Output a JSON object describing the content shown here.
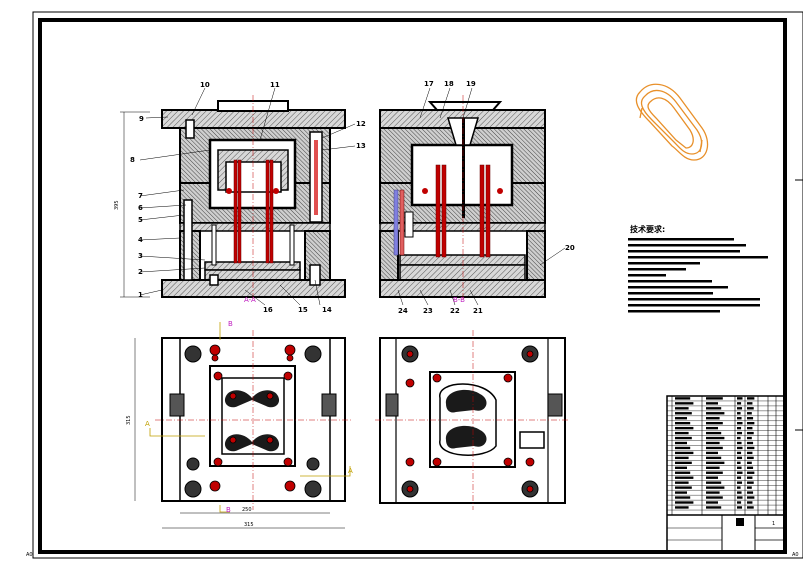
{
  "sheet": {
    "corner_labels": [
      "A0",
      "A0"
    ]
  },
  "front_view_labels": [
    "1",
    "2",
    "3",
    "4",
    "5",
    "6",
    "7",
    "8",
    "9",
    "10",
    "11"
  ],
  "front_view_right_labels": [
    "12",
    "13",
    "14",
    "15",
    "16"
  ],
  "front_section_mark": "A-A",
  "side_view_top_labels": [
    "17",
    "18",
    "19"
  ],
  "side_view_bottom_labels": [
    "24",
    "23",
    "22",
    "21"
  ],
  "side_view_right_label": "20",
  "side_section_mark": "B-B",
  "plan_section_marks": [
    "A",
    "A",
    "B",
    "B"
  ],
  "tech_requirements_title": "技术要求:",
  "title_block": {
    "revision": "1"
  }
}
